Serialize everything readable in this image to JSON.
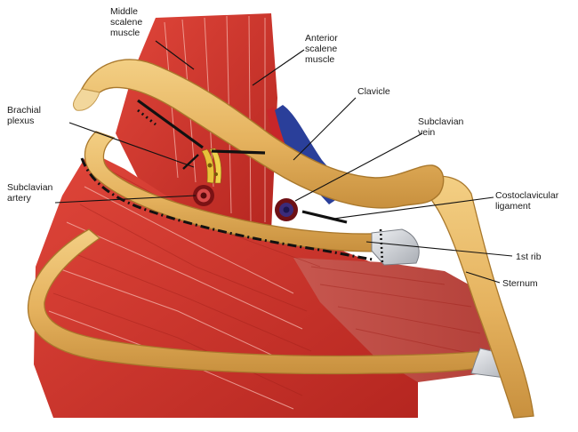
{
  "labels": {
    "middle_scalene": [
      "Middle",
      "scalene",
      "muscle"
    ],
    "anterior_scalene": [
      "Anterior",
      "scalene",
      "muscle"
    ],
    "clavicle": [
      "Clavicle"
    ],
    "brachial_plexus": [
      "Brachial",
      "plexus"
    ],
    "subclavian_vein": [
      "Subclavian",
      "vein"
    ],
    "subclavian_artery": [
      "Subclavian",
      "artery"
    ],
    "costoclavicular_ligament": [
      "Costoclavicular",
      "ligament"
    ],
    "first_rib": [
      "1st rib"
    ],
    "sternum": [
      "Sternum"
    ]
  },
  "colors": {
    "muscle": "#d8332b",
    "muscle_dark": "#a81f1a",
    "bone": "#e9b866",
    "bone_edge": "#a9782c",
    "cartilage": "#c9ccd1",
    "vein": "#2a3f9a",
    "artery": "#c8262a",
    "nerve": "#e8c23a"
  }
}
